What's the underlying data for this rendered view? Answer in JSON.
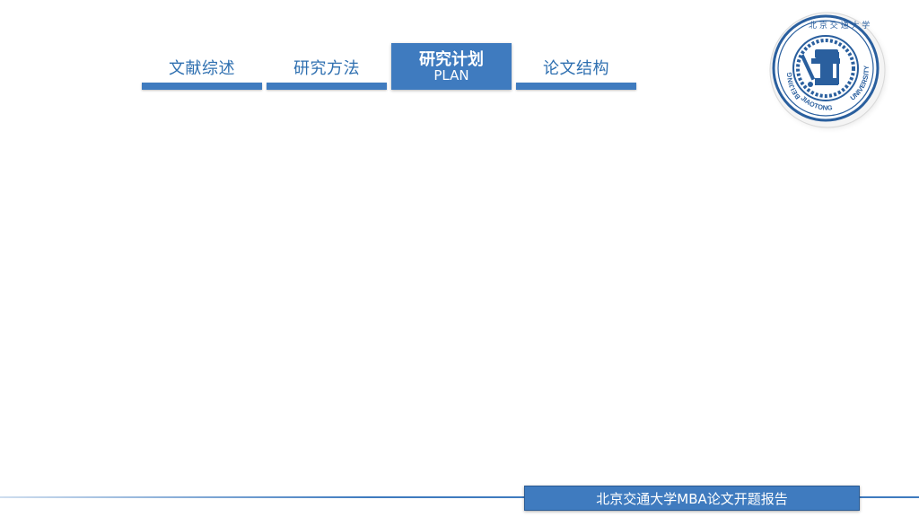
{
  "nav": {
    "tabs": [
      {
        "label": "文献综述",
        "active": false
      },
      {
        "label": "研究方法",
        "active": false
      },
      {
        "label": "研究计划",
        "sublabel": "PLAN",
        "active": true
      },
      {
        "label": "论文结构",
        "active": false
      }
    ]
  },
  "logo": {
    "text_top": "北 京 交 通 大 学",
    "text_left": "BEIJING",
    "text_bottom": "JIAOTONG",
    "text_right": "UNIVERSITY",
    "icon": "university-seal-icon"
  },
  "footer": {
    "title": "北京交通大学MBA论文开题报告"
  },
  "colors": {
    "accent": "#3f7bbf",
    "text_blue": "#2e6fb0",
    "seal_blue": "#2a5f9e"
  }
}
